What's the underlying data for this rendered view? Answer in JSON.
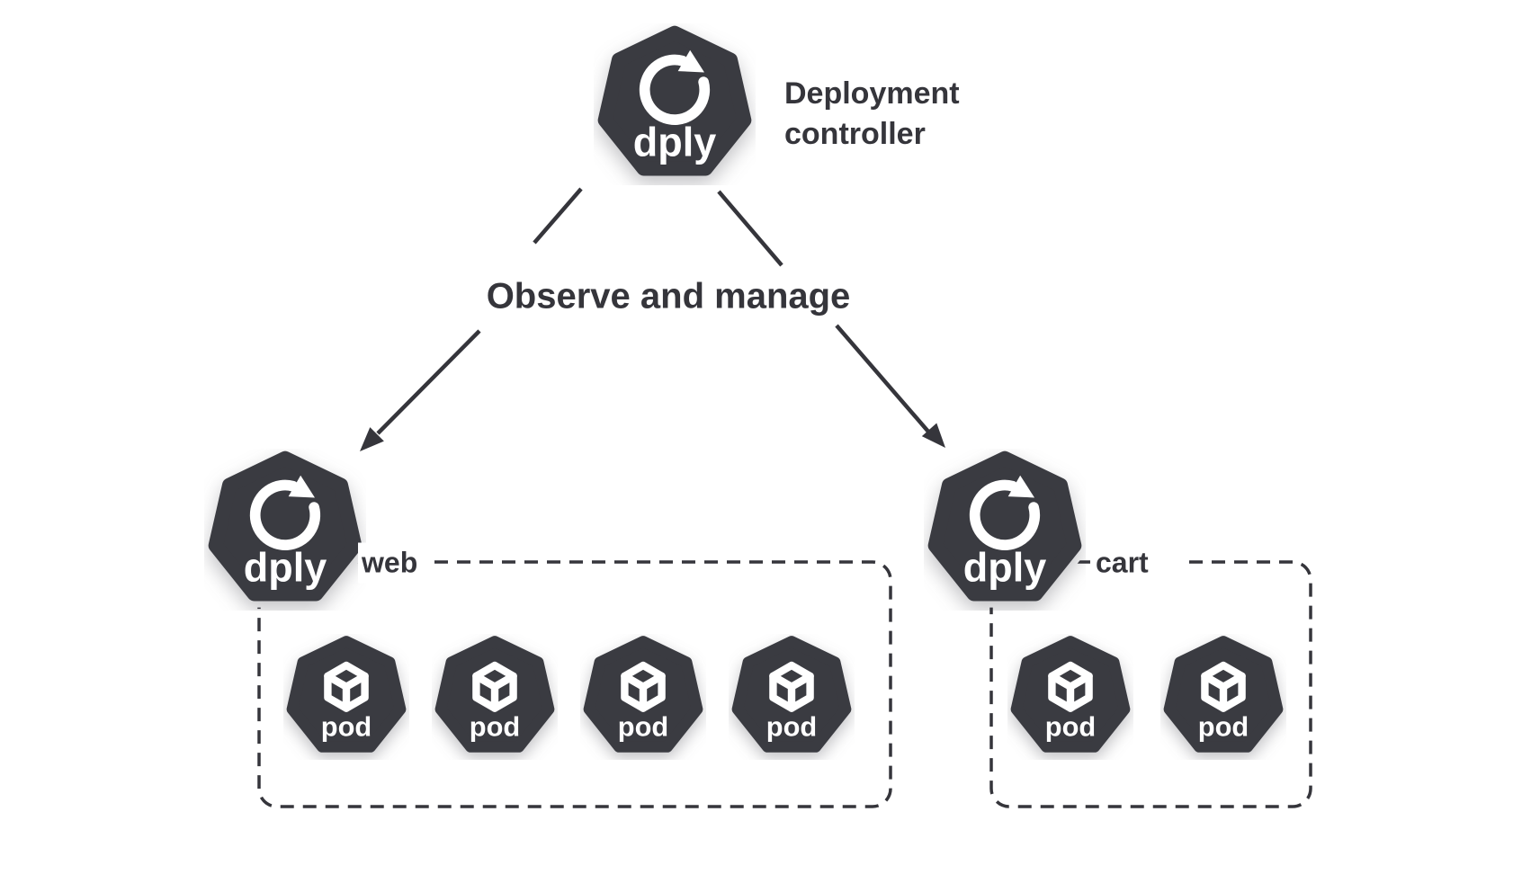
{
  "diagram": {
    "controller": {
      "abbrev": "dply",
      "label": "Deployment controller"
    },
    "edge_label": "Observe and manage",
    "deployments": [
      {
        "label": "web",
        "abbrev": "dply",
        "pods": [
          {
            "label": "pod"
          },
          {
            "label": "pod"
          },
          {
            "label": "pod"
          },
          {
            "label": "pod"
          }
        ]
      },
      {
        "label": "cart",
        "abbrev": "dply",
        "pods": [
          {
            "label": "pod"
          },
          {
            "label": "pod"
          }
        ]
      }
    ],
    "colors": {
      "node_fill": "#3a3b41",
      "ink": "#35353b",
      "icon_glyph": "#ffffff",
      "background": "#ffffff"
    }
  }
}
